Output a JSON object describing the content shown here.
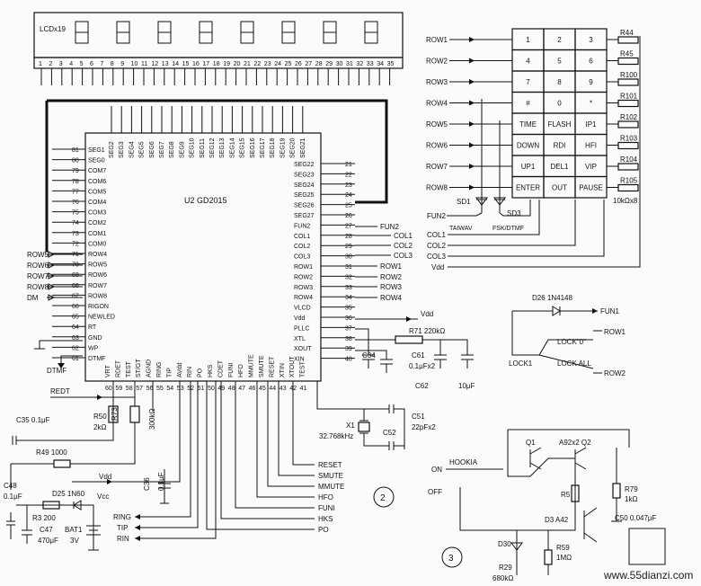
{
  "lcd": {
    "label": "LCDx19",
    "digits": 8,
    "pins": [
      "1",
      "2",
      "3",
      "4",
      "5",
      "6",
      "7",
      "8",
      "9",
      "10",
      "11",
      "12",
      "13",
      "14",
      "15",
      "16",
      "17",
      "18",
      "19",
      "20",
      "21",
      "22",
      "23",
      "24",
      "25",
      "26",
      "27",
      "28",
      "29",
      "30",
      "31",
      "32",
      "33",
      "34",
      "35"
    ]
  },
  "chip": {
    "name": "U2  GD2015",
    "left_pins": [
      {
        "num": "81",
        "name": "SEG1"
      },
      {
        "num": "80",
        "name": "SEG0"
      },
      {
        "num": "79",
        "name": "COM7"
      },
      {
        "num": "78",
        "name": "COM6"
      },
      {
        "num": "77",
        "name": "COM5"
      },
      {
        "num": "76",
        "name": "COM4"
      },
      {
        "num": "75",
        "name": "COM3"
      },
      {
        "num": "74",
        "name": "COM2"
      },
      {
        "num": "73",
        "name": "COM1"
      },
      {
        "num": "72",
        "name": "COM0"
      },
      {
        "num": "71",
        "name": "ROW4"
      },
      {
        "num": "70",
        "name": "ROW5"
      },
      {
        "num": "69",
        "name": "ROW6"
      },
      {
        "num": "68",
        "name": "ROW7"
      },
      {
        "num": "67",
        "name": "ROW8"
      },
      {
        "num": "66",
        "name": "RIGON"
      },
      {
        "num": "65",
        "name": "NEWLED"
      },
      {
        "num": "64",
        "name": "RT"
      },
      {
        "num": "63",
        "name": "GND"
      },
      {
        "num": "62",
        "name": "WP"
      },
      {
        "num": "61",
        "name": "DTMF"
      }
    ],
    "right_pins": [
      {
        "num": "21",
        "name": "SEG22"
      },
      {
        "num": "22",
        "name": "SEG23"
      },
      {
        "num": "23",
        "name": "SEG24"
      },
      {
        "num": "24",
        "name": "SEG25"
      },
      {
        "num": "25",
        "name": "SEG26"
      },
      {
        "num": "26",
        "name": "SEG27"
      },
      {
        "num": "27",
        "name": "FUN2"
      },
      {
        "num": "28",
        "name": "COL1"
      },
      {
        "num": "29",
        "name": "COL2"
      },
      {
        "num": "30",
        "name": "COL3"
      },
      {
        "num": "31",
        "name": "ROW1"
      },
      {
        "num": "32",
        "name": "ROW2"
      },
      {
        "num": "33",
        "name": "ROW3"
      },
      {
        "num": "34",
        "name": "ROW4"
      },
      {
        "num": "35",
        "name": "VLCD"
      },
      {
        "num": "36",
        "name": "Vdd"
      },
      {
        "num": "37",
        "name": "PLLC"
      },
      {
        "num": "38",
        "name": "XTL"
      },
      {
        "num": "39",
        "name": "XOUT"
      },
      {
        "num": "40",
        "name": "XIN"
      }
    ],
    "top_pins": [
      "SEG2",
      "SEG3",
      "SEG4",
      "SEG5",
      "SEG6",
      "SEG7",
      "SEG8",
      "SEG9",
      "SEG10",
      "SEG11",
      "SEG12",
      "SEG13",
      "SEG14",
      "SEG15",
      "SEG16",
      "SEG17",
      "SEG18",
      "SEG19",
      "SEG20",
      "SEG21"
    ],
    "bottom_pins": [
      {
        "num": "60",
        "name": "VRT"
      },
      {
        "num": "59",
        "name": "RDET"
      },
      {
        "num": "58",
        "name": "TEST"
      },
      {
        "num": "57",
        "name": "ST/GT"
      },
      {
        "num": "56",
        "name": "AGND"
      },
      {
        "num": "55",
        "name": "RING"
      },
      {
        "num": "54",
        "name": "TIP"
      },
      {
        "num": "53",
        "name": "AVdd"
      },
      {
        "num": "52",
        "name": "RIN"
      },
      {
        "num": "51",
        "name": "PO"
      },
      {
        "num": "50",
        "name": "HKS"
      },
      {
        "num": "49",
        "name": "CDET"
      },
      {
        "num": "48",
        "name": "FUNI"
      },
      {
        "num": "47",
        "name": "HFO"
      },
      {
        "num": "46",
        "name": "MMUTE"
      },
      {
        "num": "45",
        "name": "SMUTE"
      },
      {
        "num": "44",
        "name": "RESET"
      },
      {
        "num": "43",
        "name": "XTIN"
      },
      {
        "num": "42",
        "name": "XTOUT"
      },
      {
        "num": "41",
        "name": "TEST"
      }
    ]
  },
  "left_signals": [
    "ROW5",
    "ROW6",
    "ROW7",
    "ROW8",
    "DM",
    "DTMF"
  ],
  "right_signals": [
    "FUN2",
    "COL1",
    "COL2",
    "COL3",
    "ROW1",
    "ROW2",
    "ROW3",
    "ROW4"
  ],
  "bottom_signals": [
    "RESET",
    "SMUTE",
    "MMUTE",
    "HFO",
    "FUNI",
    "HKS",
    "PO"
  ],
  "keypad": {
    "rows": [
      "ROW1",
      "ROW2",
      "ROW3",
      "ROW4",
      "ROW5",
      "ROW6",
      "ROW7",
      "ROW8"
    ],
    "keys": [
      [
        "1",
        "2",
        "3"
      ],
      [
        "4",
        "5",
        "6"
      ],
      [
        "7",
        "8",
        "9"
      ],
      [
        "#",
        "0",
        "*"
      ],
      [
        "TIME",
        "FLASH",
        "IP1"
      ],
      [
        "DOWN",
        "RDI",
        "HFI"
      ],
      [
        "UP1",
        "DEL1",
        "VIP"
      ],
      [
        "ENTER",
        "OUT",
        "PAUSE"
      ]
    ],
    "resistors": [
      "R44",
      "R45",
      "R100",
      "R101",
      "R102",
      "R103",
      "R104",
      "R105"
    ],
    "array_label": "10kΩx8",
    "diodes": [
      "SD1",
      "SD3"
    ],
    "fun2": "FUN2",
    "taiwav": "TAIWAV",
    "fsk": "FSK/DTMF",
    "bottom": [
      "COL1",
      "COL2",
      "COL3",
      "Vdd"
    ]
  },
  "lock": {
    "diode": "D26  1N4148",
    "fun1": "FUN1",
    "row1": "ROW1",
    "row2": "ROW2",
    "lock0": "LOCK\"0\"",
    "lock1": "LOCK1",
    "lockall": "LOCK  ALL"
  },
  "components": {
    "vdd": "Vdd",
    "r71": "R71  220kΩ",
    "c34": "C34",
    "c61": "C61",
    "c61v": "0.1μFx2",
    "c62": "C62",
    "c62v": "10μF",
    "x1": "X1",
    "x1v": "32.768kHz",
    "c51": "C51",
    "c51v": "22pFx2",
    "c52": "C52",
    "redet": "REDT",
    "c35": "C35  0.1μF",
    "r50": "R50",
    "r50v": "2kΩ",
    "r73": "R73",
    "r73v": "300kΩ",
    "r49": "R49  1000",
    "c36": "C36",
    "c36v": "0.1μF",
    "vdd2": "Vdd",
    "c48": "C48",
    "c48v": "0.1μF",
    "d25": "D25  1N60",
    "vcc": "Vcc",
    "r3": "R3  200",
    "c47": "C47",
    "c47v": "470μF",
    "bat": "BAT1",
    "batv": "3V",
    "ring": "RING",
    "tip": "TIP",
    "rin": "RIN",
    "mark2": "2",
    "mark3": "3"
  },
  "hook": {
    "q1": "Q1",
    "q2": "A92x2  Q2",
    "on": "ON",
    "hookia": "HOOKIA",
    "off": "OFF",
    "r5": "R5",
    "r79": "R79",
    "r79v": "1kΩ",
    "d3": "D3  A42",
    "c50": "C50  0.047μF",
    "d30": "D30",
    "r59": "R59",
    "r59v": "1MΩ",
    "r29": "R29",
    "r29v": "680kΩ"
  },
  "watermark": "www.55dianzi.com"
}
